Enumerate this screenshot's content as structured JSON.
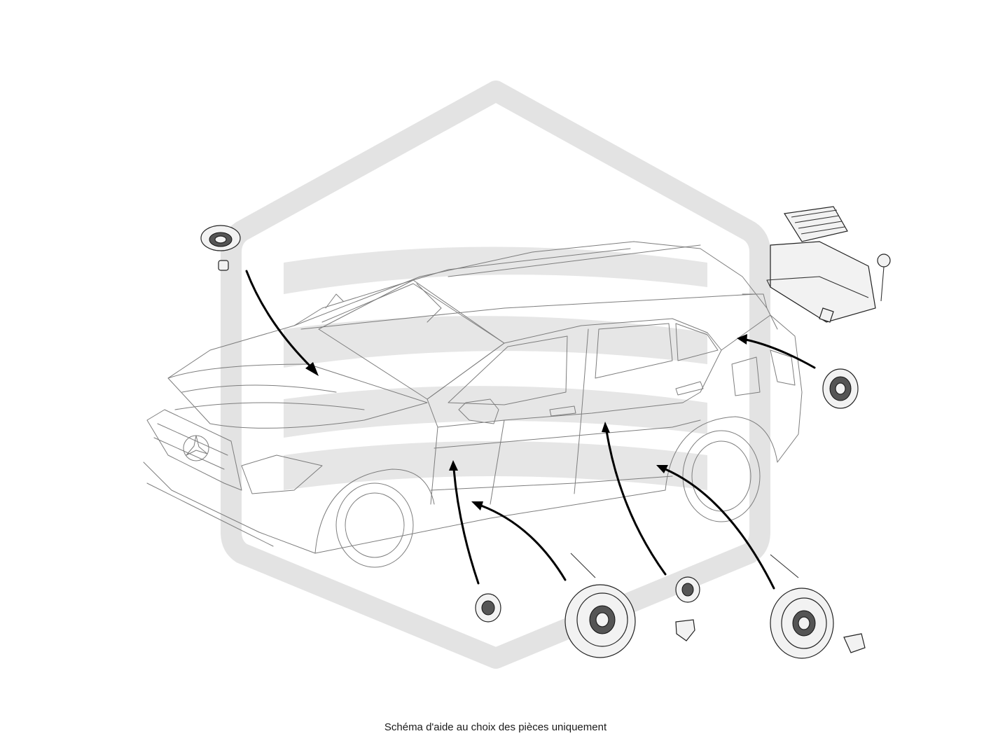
{
  "diagram": {
    "caption": "Schéma d'aide au choix des pièces uniquement",
    "colors": {
      "line": "#7d7d7d",
      "arrow": "#000000",
      "watermark": "#e3e3e3"
    },
    "parts": [
      "front-tweeter-speaker",
      "rear-quarter-speaker",
      "audio-amplifier",
      "front-door-tweeter",
      "front-door-woofer",
      "rear-door-tweeter",
      "rear-door-woofer"
    ]
  }
}
